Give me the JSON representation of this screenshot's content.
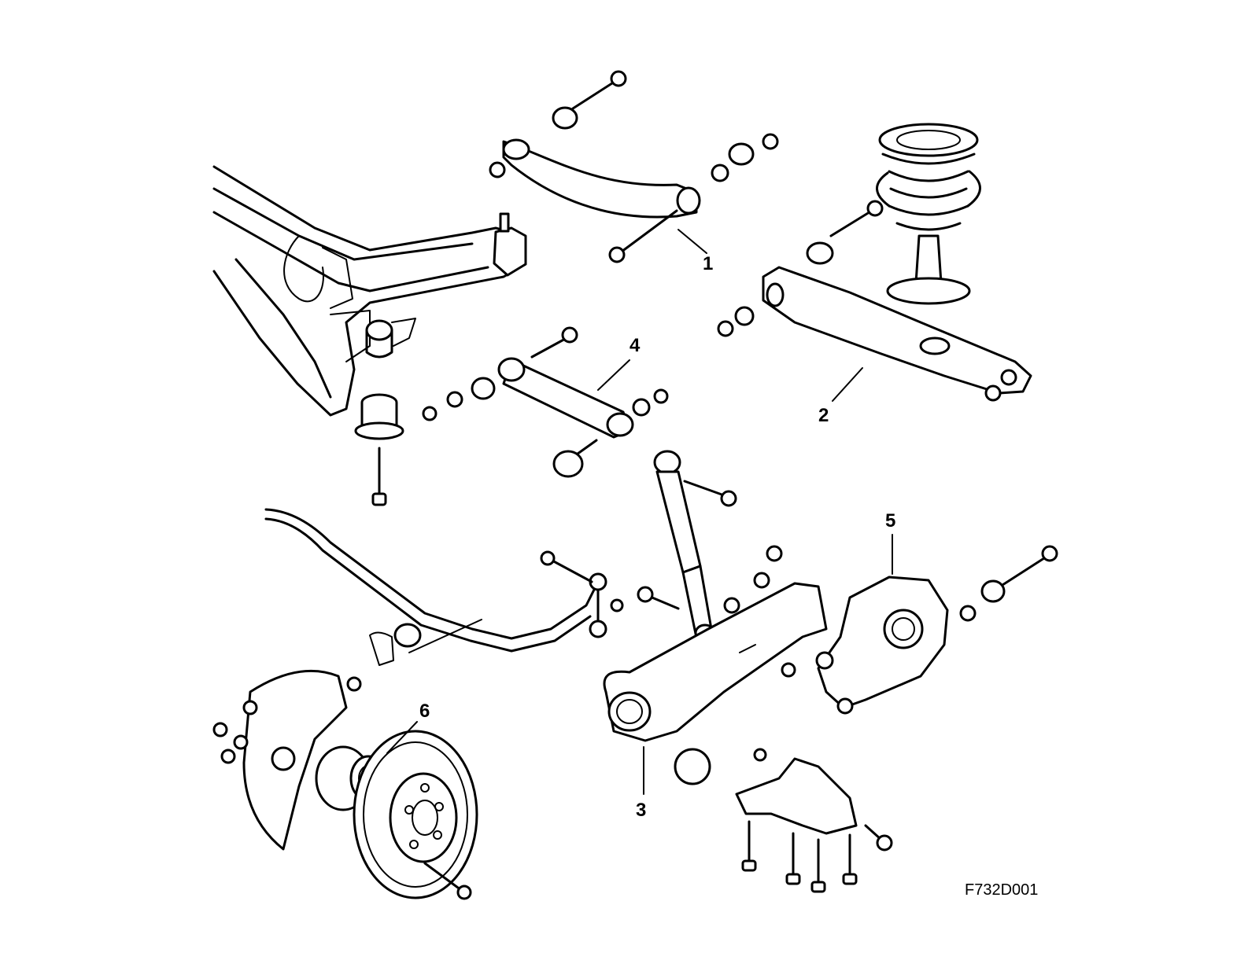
{
  "callouts": [
    {
      "id": "1",
      "text": "1"
    },
    {
      "id": "2",
      "text": "2"
    },
    {
      "id": "3",
      "text": "3"
    },
    {
      "id": "4",
      "text": "4"
    },
    {
      "id": "5",
      "text": "5"
    },
    {
      "id": "6",
      "text": "6"
    }
  ],
  "drawing_code": "F732D001"
}
